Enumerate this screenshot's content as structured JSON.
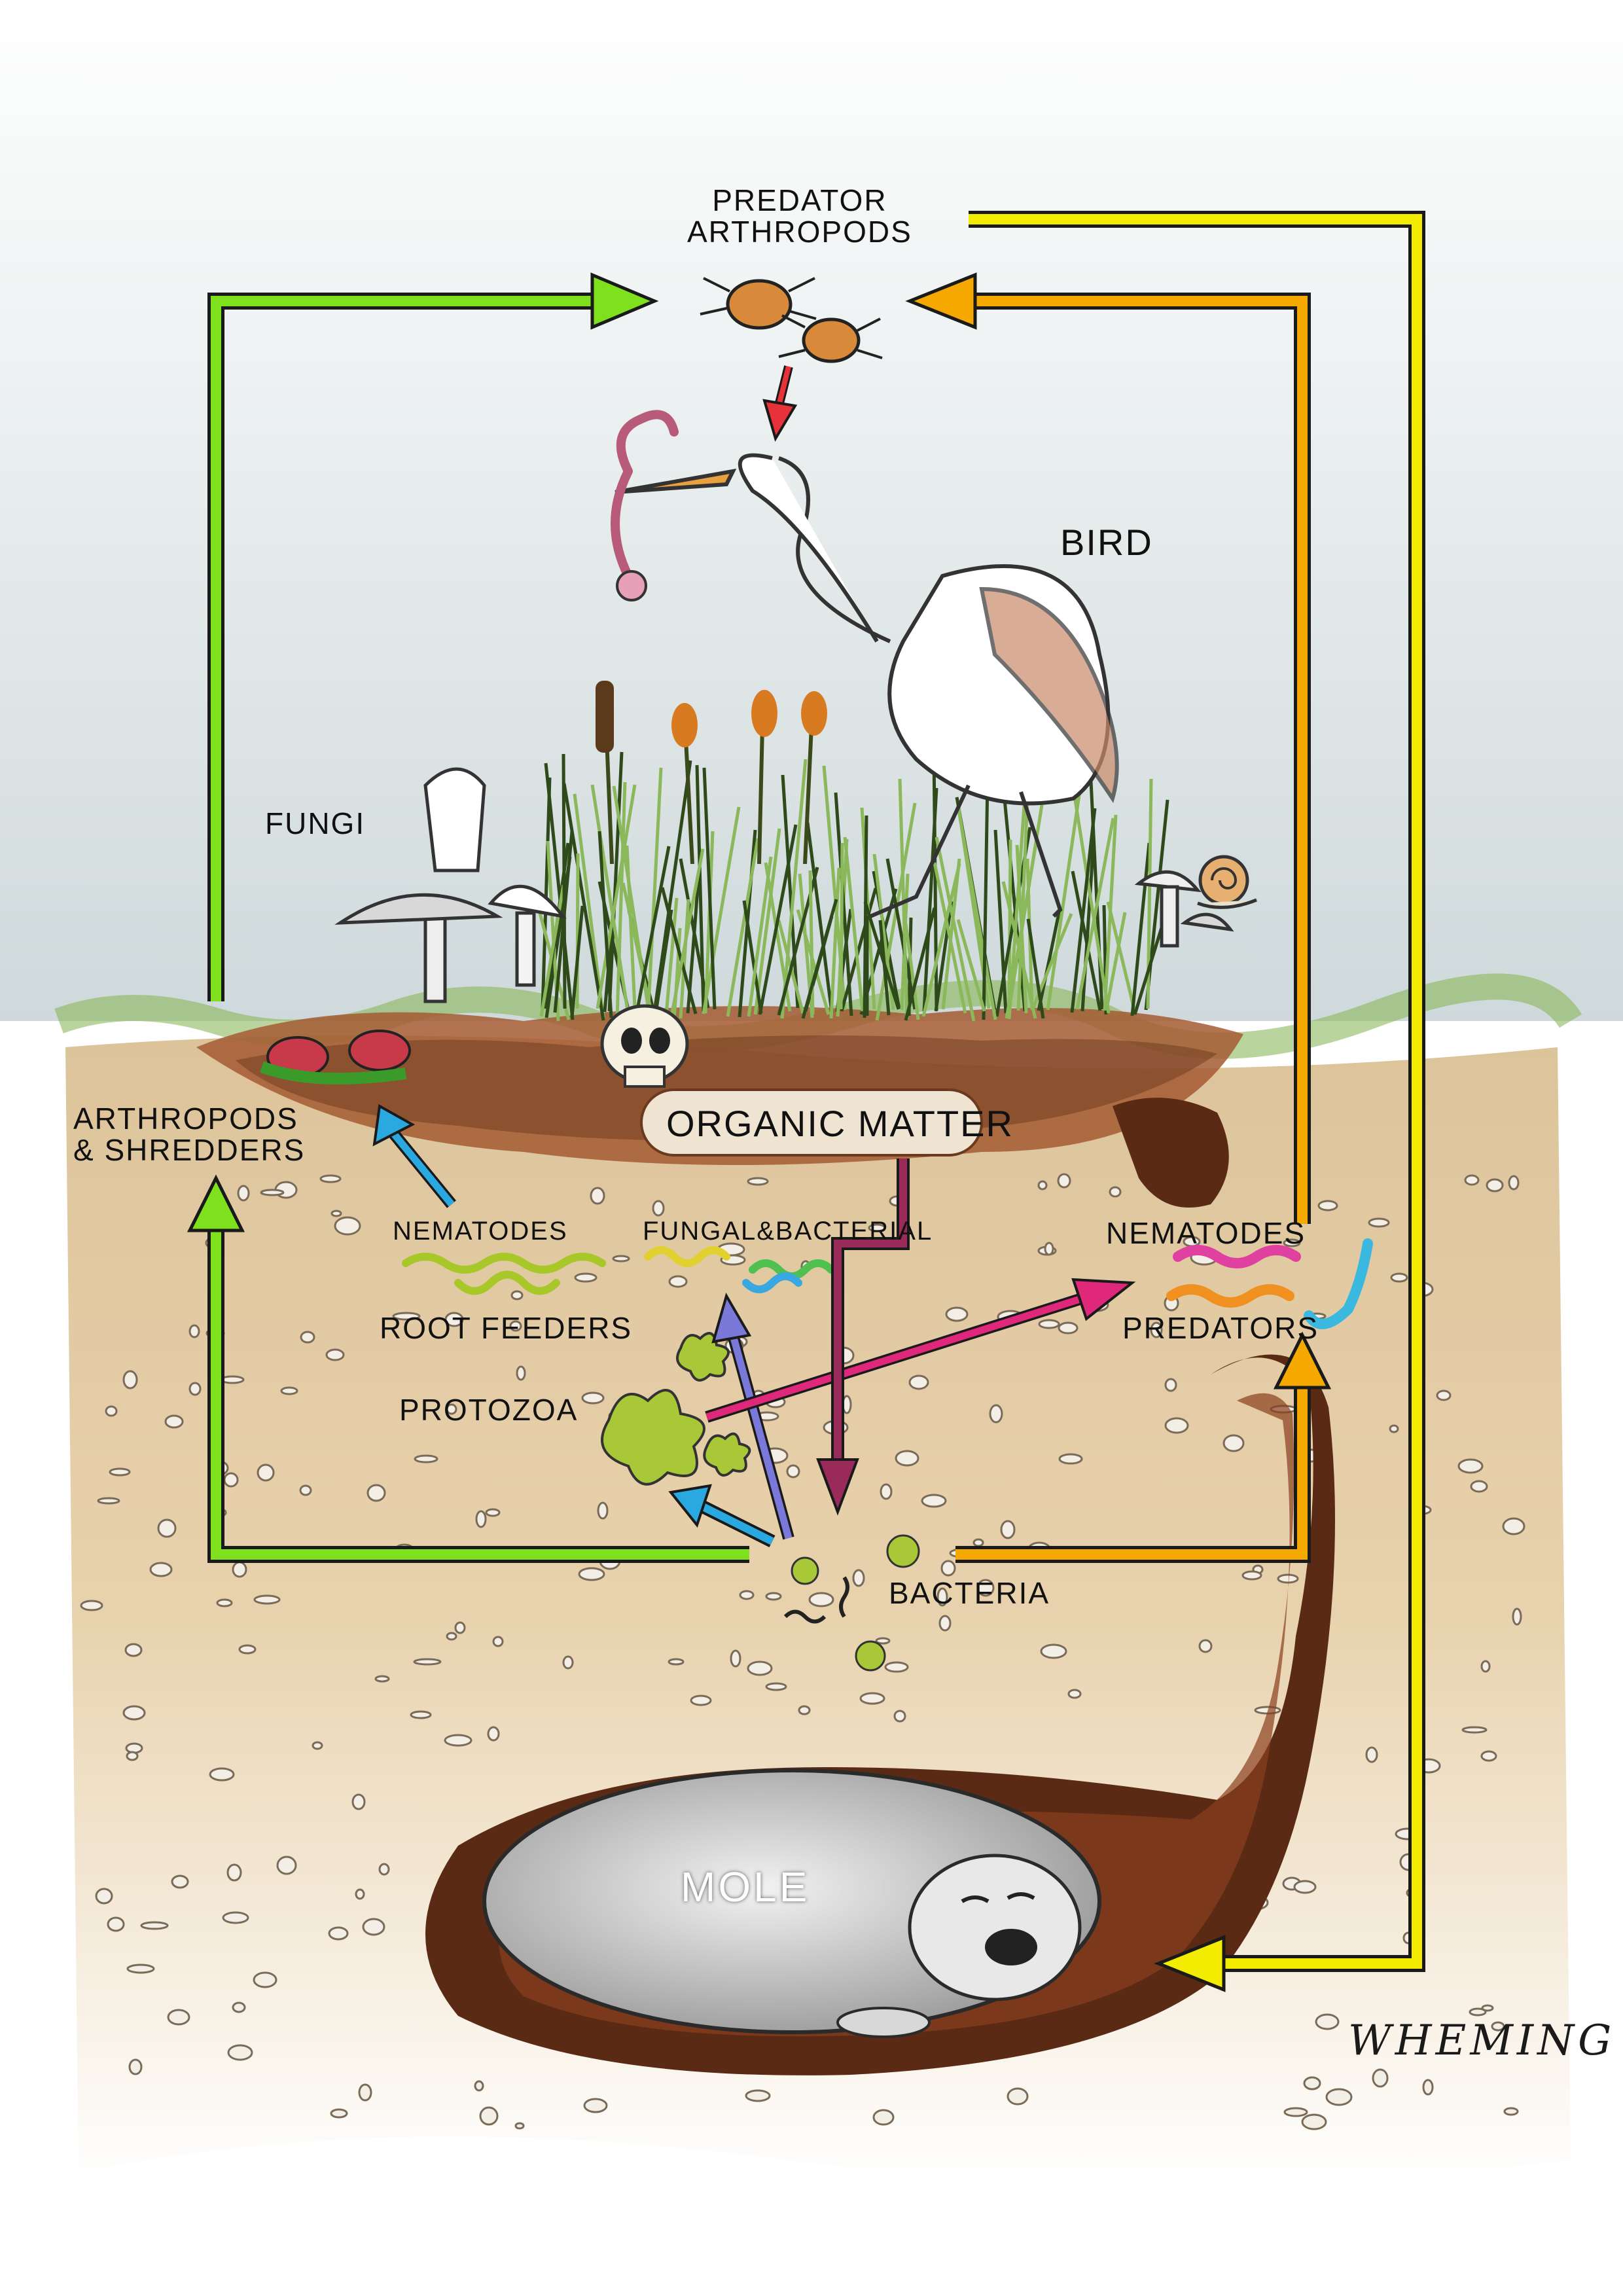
{
  "colors": {
    "sky": "#cfd9db",
    "soil": "#e8d2ad",
    "litter": "#8a4a2a",
    "burrow": "#5a2a14",
    "grass": "#6a9a3a",
    "arrow_green": "#7fe01e",
    "arrow_yellow": "#f4ec00",
    "arrow_orange": "#f4a800",
    "arrow_red": "#e8323a",
    "arrow_cyan": "#2aa8e0",
    "arrow_violet": "#7a78d8",
    "arrow_magenta": "#e0287a",
    "arrow_purple": "#9a2a5a",
    "outline": "#1a1a1a"
  },
  "nodes": {
    "predator_arthropods": [
      "PREDATOR",
      "ARTHROPODS"
    ],
    "bird": "BIRD",
    "fungi": "FUNGI",
    "arthropods_shredders": [
      "ARTHROPODS",
      "& SHREDDERS"
    ],
    "organic_matter": "ORGANIC MATTER",
    "nematodes_root_feeders": [
      "NEMATODES",
      "ROOT FEEDERS"
    ],
    "fungal_bacterial": "FUNGAL&BACTERIAL",
    "nematodes_predators": [
      "NEMATODES",
      "PREDATORS"
    ],
    "protozoa": "PROTOZOA",
    "bacteria": "BACTERIA",
    "mole": "MOLE"
  },
  "signature": "WHEMING"
}
